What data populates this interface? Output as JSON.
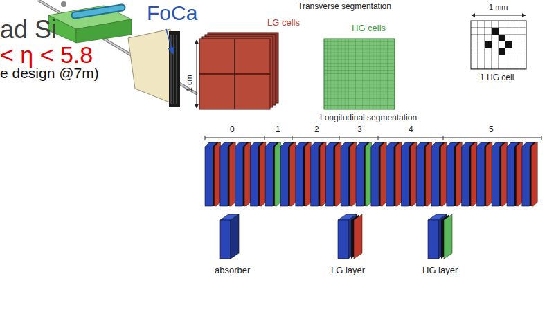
{
  "diagram": {
    "labels": [
      "ad Si",
      "FoCa",
      "Transverse segmentation",
      "1 mm",
      "LG cells",
      "HG cells",
      "< η < 5.8",
      "1 cm",
      "1 HG cell",
      "e design @7m)",
      "Longitudinal segmentation",
      "0",
      "1",
      "2",
      "3",
      "4",
      "5"
    ],
    "legend": [
      {
        "text": "absorber"
      },
      {
        "text": "LG layer"
      },
      {
        "text": "HG layer"
      }
    ]
  }
}
